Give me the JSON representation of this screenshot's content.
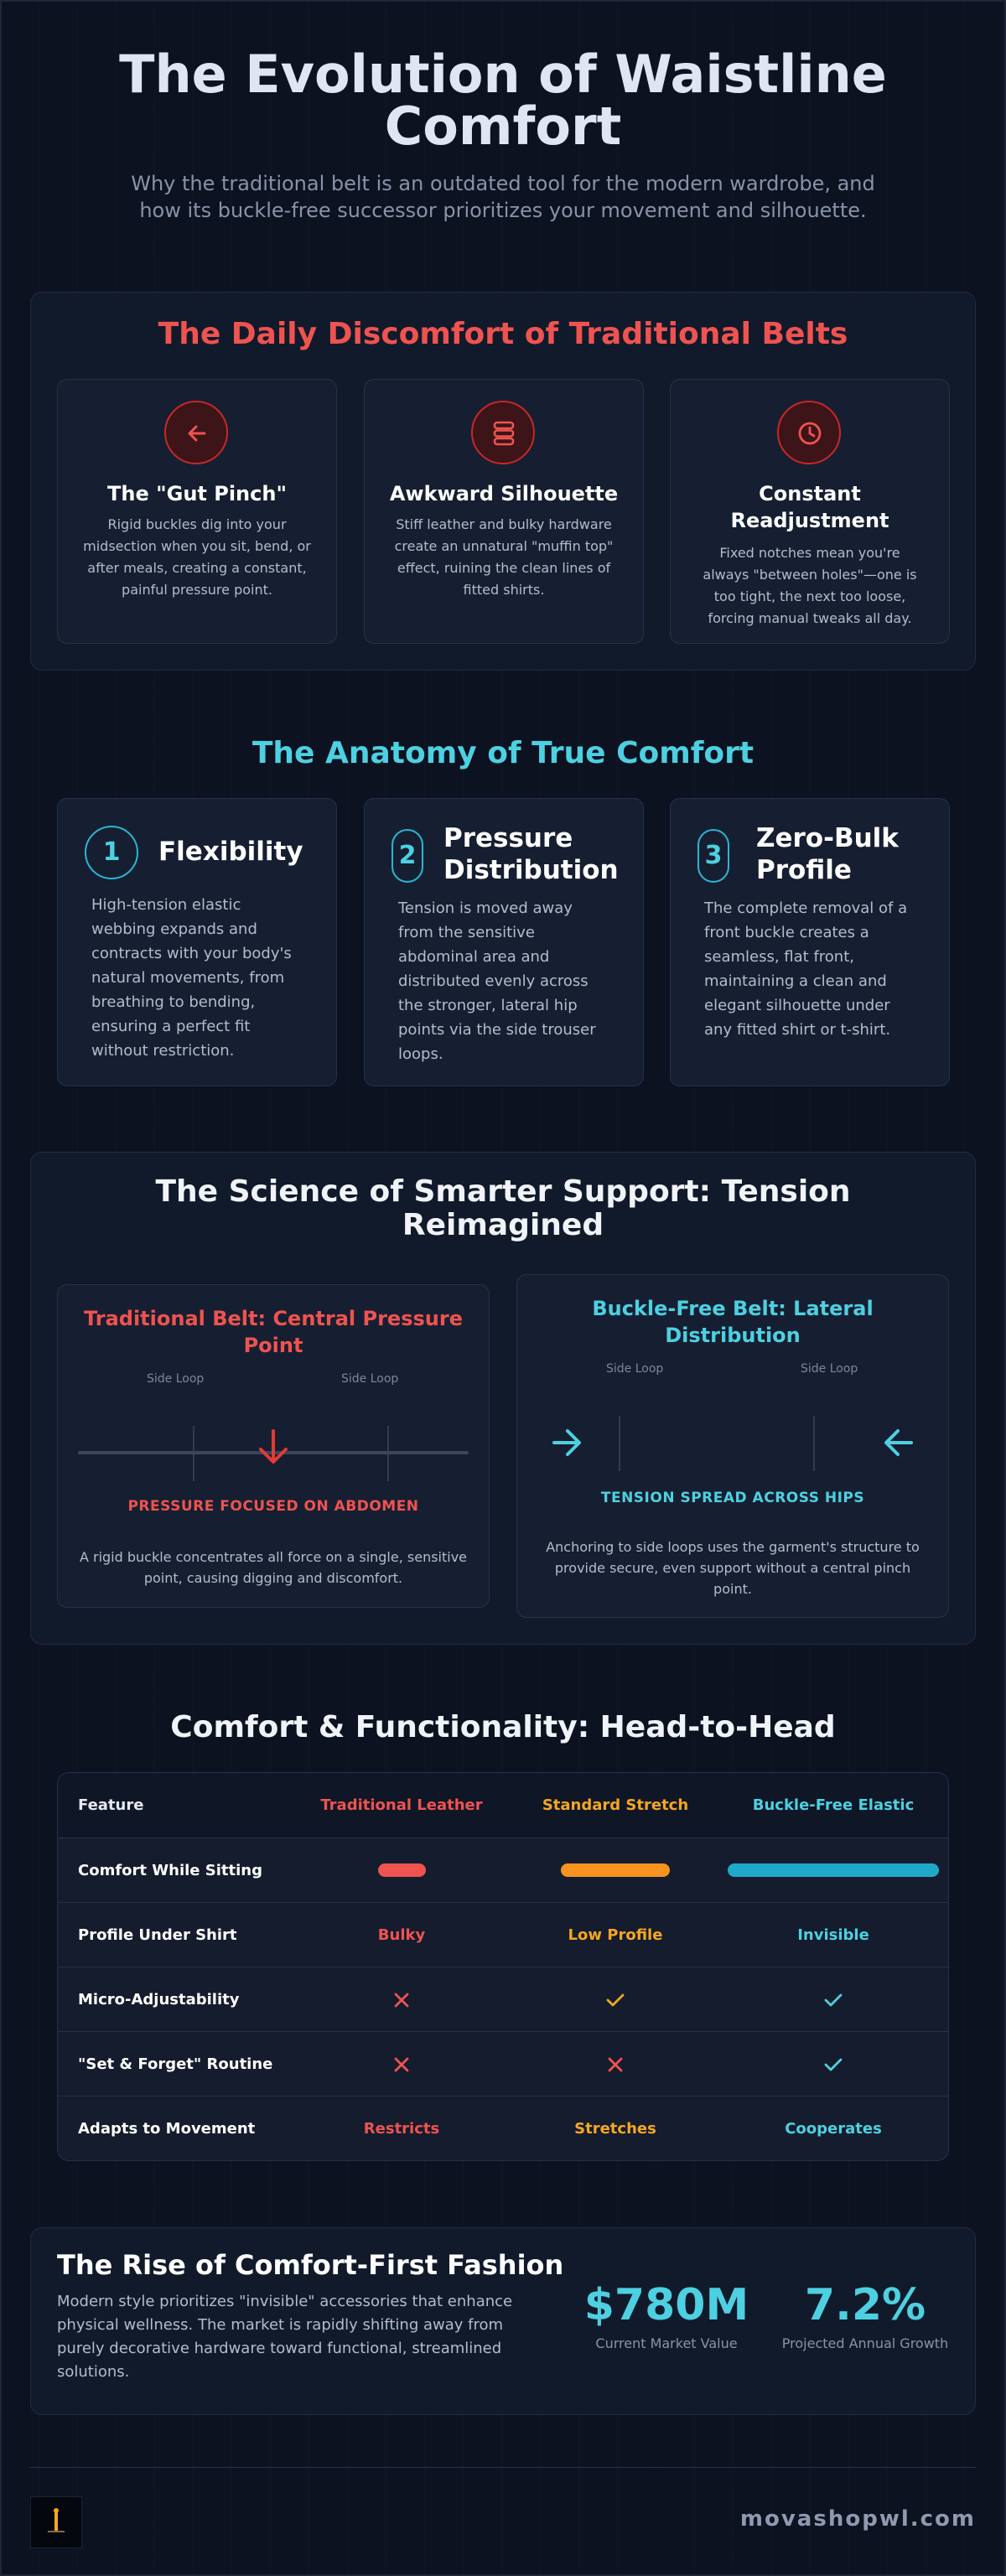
{
  "header": {
    "title": "The Evolution of Waistline Comfort",
    "subtitle": "Why the traditional belt is an outdated tool for the modern wardrobe, and how its buckle-free successor prioritizes your movement and silhouette."
  },
  "discomfort": {
    "title": "The Daily Discomfort of Traditional Belts",
    "cards": [
      {
        "icon": "arrow-left-icon",
        "title": "The \"Gut Pinch\"",
        "text": "Rigid buckles dig into your midsection when you sit, bend, or after meals, creating a constant, painful pressure point."
      },
      {
        "icon": "stack-icon",
        "title": "Awkward Silhouette",
        "text": "Stiff leather and bulky hardware create an unnatural \"muffin top\" effect, ruining the clean lines of fitted shirts."
      },
      {
        "icon": "clock-icon",
        "title": "Constant Readjustment",
        "text": "Fixed notches mean you're always \"between holes\"—one is too tight, the next too loose, forcing manual tweaks all day."
      }
    ]
  },
  "anatomy": {
    "title": "The Anatomy of True Comfort",
    "cards": [
      {
        "number": "1",
        "title": "Flexibility",
        "text": "High-tension elastic webbing expands and contracts with your body's natural movements, from breathing to bending, ensuring a perfect fit without restriction."
      },
      {
        "number": "2",
        "title": "Pressure Distribution",
        "text": "Tension is moved away from the sensitive abdominal area and distributed evenly across the stronger, lateral hip points via the side trouser loops."
      },
      {
        "number": "3",
        "title": "Zero-Bulk Profile",
        "text": "The complete removal of a front buckle creates a seamless, flat front, maintaining a clean and elegant silhouette under any fitted shirt or t-shirt."
      }
    ]
  },
  "science": {
    "title": "The Science of Smarter Support: Tension Reimagined",
    "traditional": {
      "title": "Traditional Belt: Central Pressure Point",
      "loop_left": "Side Loop",
      "loop_right": "Side Loop",
      "caption": "PRESSURE FOCUSED ON ABDOMEN",
      "text": "A rigid buckle concentrates all force on a single, sensitive point, causing digging and discomfort."
    },
    "bucklefree": {
      "title": "Buckle-Free Belt: Lateral Distribution",
      "loop_left": "Side Loop",
      "loop_right": "Side Loop",
      "caption": "TENSION SPREAD ACROSS HIPS",
      "text": "Anchoring to side loops uses the garment's structure to provide secure, even support without a central pinch point."
    }
  },
  "comparison": {
    "title": "Comfort & Functionality: Head-to-Head",
    "headers": [
      "Feature",
      "Traditional Leather",
      "Standard Stretch",
      "Buckle-Free Elastic"
    ],
    "rows": [
      {
        "feature": "Comfort While Sitting",
        "bars": [
          0.22,
          0.5,
          1.0
        ]
      },
      {
        "feature": "Profile Under Shirt",
        "values": [
          "Bulky",
          "Low Profile",
          "Invisible"
        ]
      },
      {
        "feature": "Micro-Adjustability",
        "marks": [
          "cross",
          "check",
          "check"
        ]
      },
      {
        "feature": "\"Set & Forget\" Routine",
        "marks": [
          "cross",
          "cross",
          "check"
        ]
      },
      {
        "feature": "Adapts to Movement",
        "values": [
          "Restricts",
          "Stretches",
          "Cooperates"
        ]
      }
    ],
    "colors": {
      "traditional": "#ef5350",
      "stretch": "#f5a623",
      "elastic": "#4dd0e1"
    }
  },
  "market": {
    "title": "The Rise of Comfort-First Fashion",
    "text": "Modern style prioritizes \"invisible\" accessories that enhance physical wellness. The market is rapidly shifting away from purely decorative hardware toward functional, streamlined solutions.",
    "stats": [
      {
        "value": "$780M",
        "label": "Current Market Value"
      },
      {
        "value": "7.2%",
        "label": "Projected Annual Growth"
      }
    ]
  },
  "footer": {
    "brand": "movashopwl.com"
  }
}
